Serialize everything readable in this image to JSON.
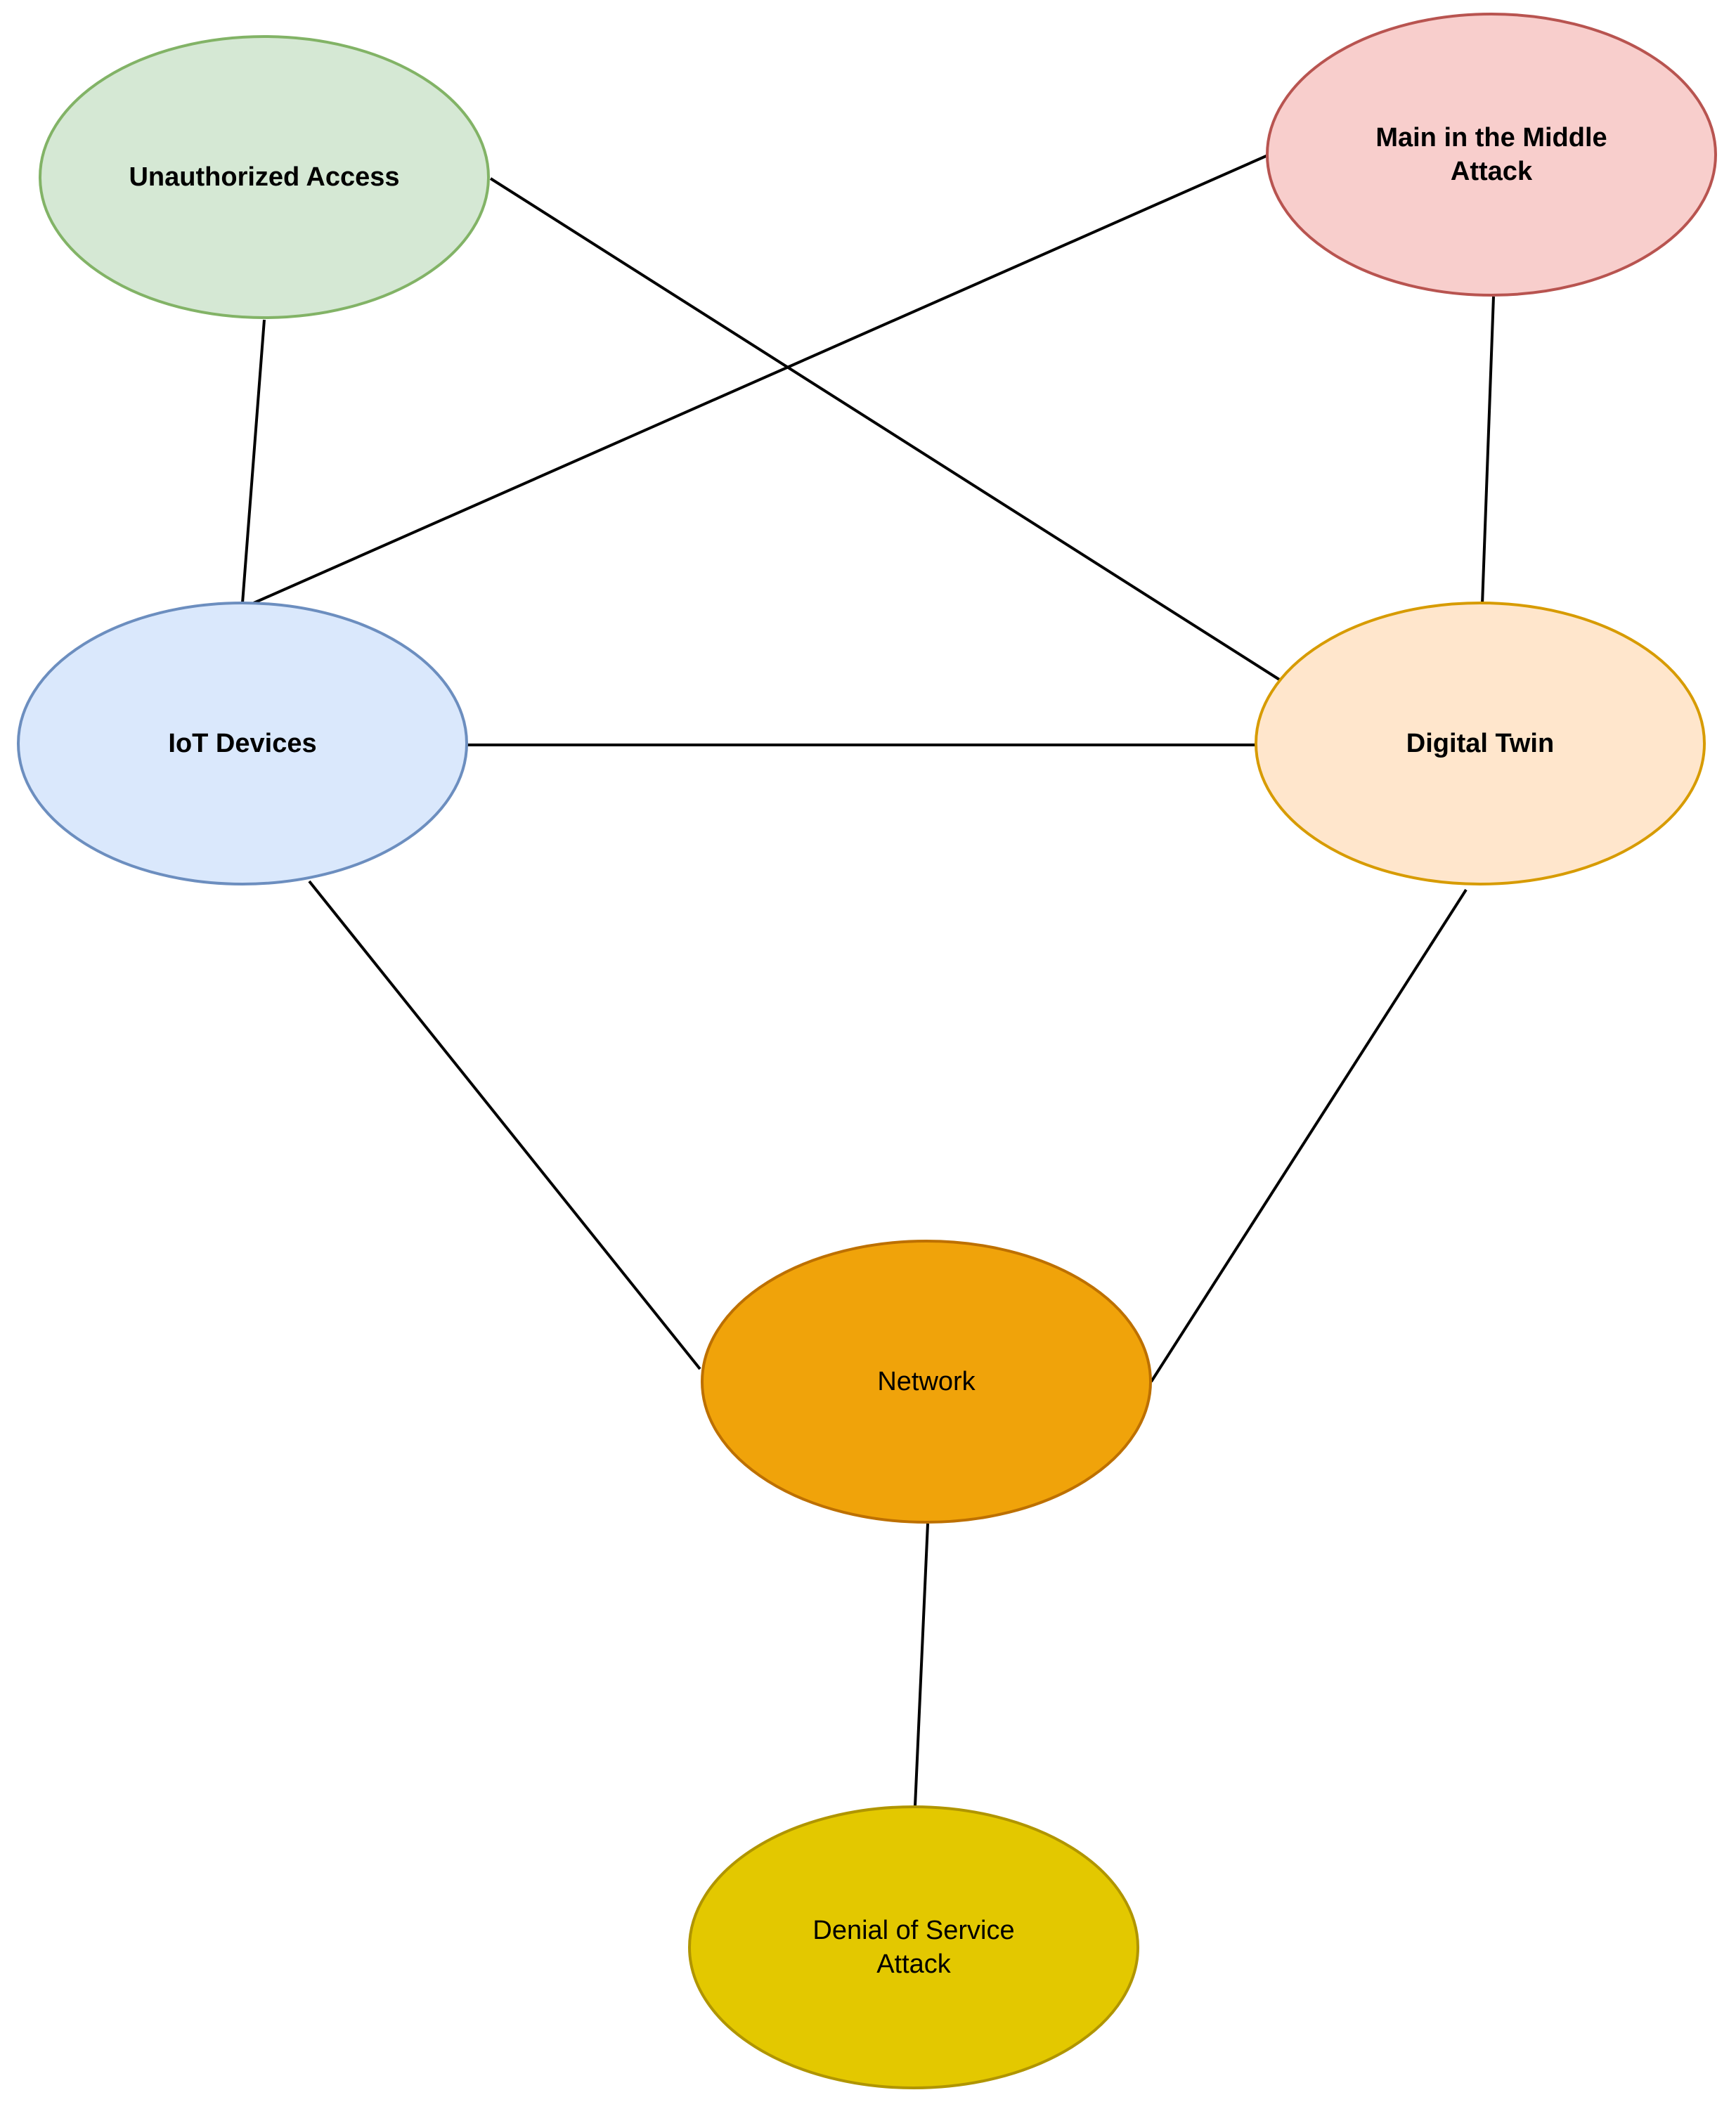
{
  "nodes": {
    "unauthorized_access": {
      "lines": [
        "Unauthorized Access"
      ],
      "fill": "#d5e8d4",
      "stroke": "#82b366",
      "bold": true
    },
    "mitm": {
      "lines": [
        "Main in the Middle",
        "Attack"
      ],
      "fill": "#f8cecc",
      "stroke": "#b85450",
      "bold": true
    },
    "iot_devices": {
      "lines": [
        "IoT Devices"
      ],
      "fill": "#dae8fc",
      "stroke": "#6c8ebf",
      "bold": true
    },
    "digital_twin": {
      "lines": [
        "Digital Twin"
      ],
      "fill": "#ffe6cc",
      "stroke": "#d79b00",
      "bold": true
    },
    "network": {
      "lines": [
        "Network"
      ],
      "fill": "#f0a30a",
      "stroke": "#bd7000",
      "bold": false
    },
    "dos": {
      "lines": [
        "Denial of Service",
        "Attack"
      ],
      "fill": "#e3c800",
      "stroke": "#b09500",
      "bold": false
    }
  },
  "edges": [
    {
      "from": "unauthorized_access",
      "to": "iot_devices"
    },
    {
      "from": "unauthorized_access",
      "to": "digital_twin"
    },
    {
      "from": "mitm",
      "to": "iot_devices"
    },
    {
      "from": "mitm",
      "to": "digital_twin"
    },
    {
      "from": "iot_devices",
      "to": "digital_twin"
    },
    {
      "from": "iot_devices",
      "to": "network"
    },
    {
      "from": "digital_twin",
      "to": "network"
    },
    {
      "from": "network",
      "to": "dos"
    }
  ]
}
